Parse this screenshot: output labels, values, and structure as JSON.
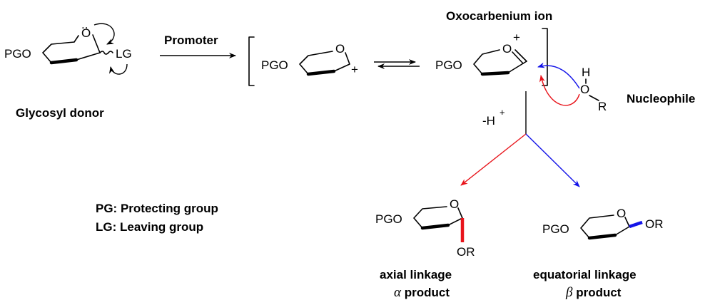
{
  "labels": {
    "oxocarbenium": "Oxocarbenium ion",
    "promoter": "Promoter",
    "glycosyl_donor": "Glycosyl donor",
    "nucleophile": "Nucleophile",
    "deprotonation": "-H",
    "deprotonation_sup": "+",
    "pg_definition": "PG: Protecting group",
    "lg_definition": "LG: Leaving group",
    "axial_linkage": "axial linkage",
    "alpha_symbol": "α",
    "alpha_product_word": " product",
    "equatorial_linkage": "equatorial linkage",
    "beta_symbol": "β",
    "beta_product_word": " product"
  },
  "atoms": {
    "pgo": "PGO",
    "ring_o": "O",
    "lg": "LG",
    "plus": "+",
    "h": "H",
    "o": "O",
    "r": "R",
    "or": "OR",
    "lone_pair": ".."
  },
  "colors": {
    "red": "#e8141b",
    "blue": "#1414e8",
    "black": "#000000"
  }
}
